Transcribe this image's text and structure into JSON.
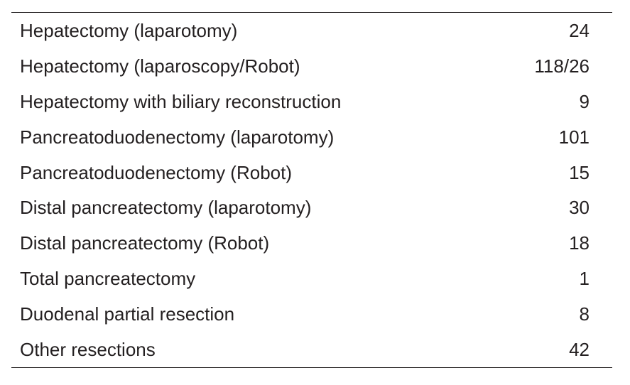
{
  "table": {
    "rows": [
      {
        "procedure": "Hepatectomy (laparotomy)",
        "count": "24"
      },
      {
        "procedure": "Hepatectomy (laparoscopy/Robot)",
        "count": "118/26"
      },
      {
        "procedure": "Hepatectomy with biliary reconstruction",
        "count": "9"
      },
      {
        "procedure": "Pancreatoduodenectomy (laparotomy)",
        "count": "101"
      },
      {
        "procedure": "Pancreatoduodenectomy (Robot)",
        "count": "15"
      },
      {
        "procedure": "Distal pancreatectomy (laparotomy)",
        "count": "30"
      },
      {
        "procedure": "Distal pancreatectomy (Robot)",
        "count": "18"
      },
      {
        "procedure": "Total pancreatectomy",
        "count": "1"
      },
      {
        "procedure": "Duodenal partial resection",
        "count": "8"
      },
      {
        "procedure": "Other resections",
        "count": "42"
      }
    ]
  }
}
